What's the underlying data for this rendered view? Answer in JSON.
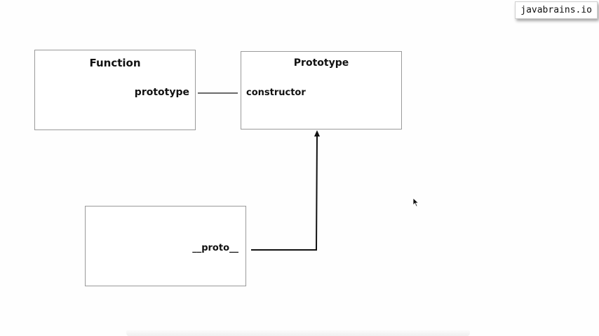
{
  "watermark": {
    "text": "javabrains.io"
  },
  "diagram": {
    "function_box": {
      "title": "Function",
      "property": "prototype"
    },
    "prototype_box": {
      "title": "Prototype",
      "property": "constructor"
    },
    "instance_box": {
      "title": "",
      "property": "__proto__"
    },
    "links": [
      {
        "from": "function_box.prototype",
        "to": "prototype_box.constructor",
        "style": "line"
      },
      {
        "from": "instance_box.__proto__",
        "to": "prototype_box",
        "style": "arrow"
      }
    ]
  },
  "colors": {
    "box_border": "#9a9a9a",
    "line": "#111111",
    "background": "#ffffff"
  },
  "icons": {
    "cursor": "mouse-pointer-icon"
  }
}
